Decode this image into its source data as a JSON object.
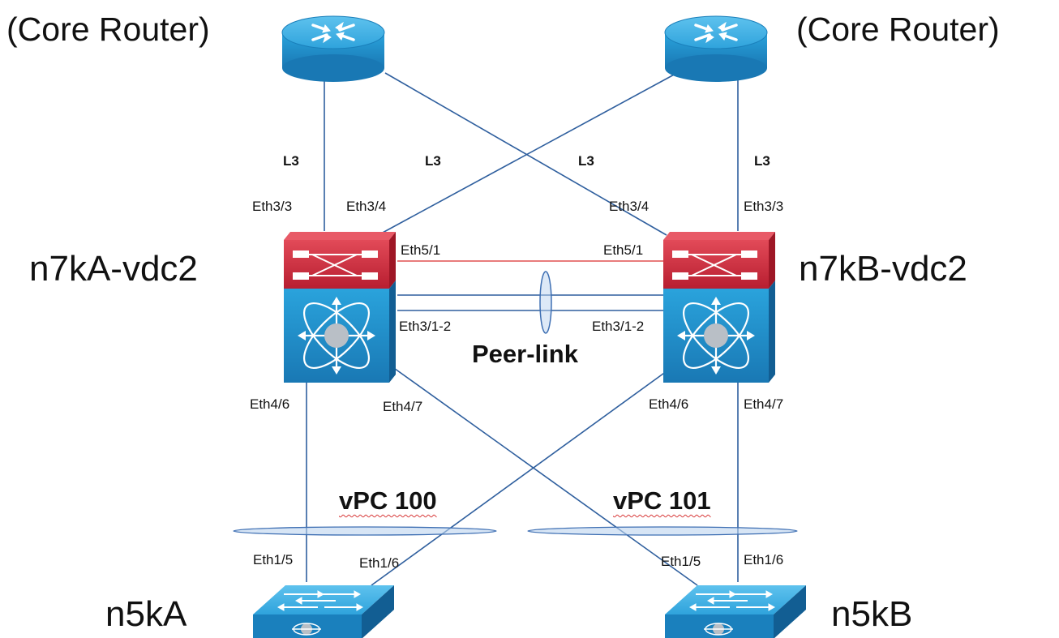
{
  "nodes": {
    "core_left": {
      "label": "(Core Router)"
    },
    "core_right": {
      "label": "(Core Router)"
    },
    "n7k_a": {
      "label": "n7kA-vdc2"
    },
    "n7k_b": {
      "label": "n7kB-vdc2"
    },
    "n5k_a": {
      "label": "n5kA"
    },
    "n5k_b": {
      "label": "n5kB"
    }
  },
  "links": {
    "l3_1": "L3",
    "l3_2": "L3",
    "l3_3": "L3",
    "l3_4": "L3",
    "peer_link": "Peer-link",
    "vpc100": "vPC 100",
    "vpc101": "vPC 101"
  },
  "ports": {
    "a_eth3_3": "Eth3/3",
    "a_eth3_4": "Eth3/4",
    "b_eth3_4": "Eth3/4",
    "b_eth3_3": "Eth3/3",
    "a_eth5_1": "Eth5/1",
    "b_eth5_1": "Eth5/1",
    "a_eth3_1_2": "Eth3/1-2",
    "b_eth3_1_2": "Eth3/1-2",
    "a_eth4_6": "Eth4/6",
    "a_eth4_7": "Eth4/7",
    "b_eth4_6": "Eth4/6",
    "b_eth4_7": "Eth4/7",
    "n5ka_eth1_5": "Eth1/5",
    "n5ka_eth1_6": "Eth1/6",
    "n5kb_eth1_5": "Eth1/5",
    "n5kb_eth1_6": "Eth1/6"
  },
  "colors": {
    "link_blue": "#2f5f9e",
    "link_red": "#e05050",
    "device_blue": "#1f8fc9",
    "device_red": "#c8283a"
  },
  "icons": [
    "router-icon",
    "nexus7k-switch-icon",
    "nexus5k-switch-icon"
  ]
}
